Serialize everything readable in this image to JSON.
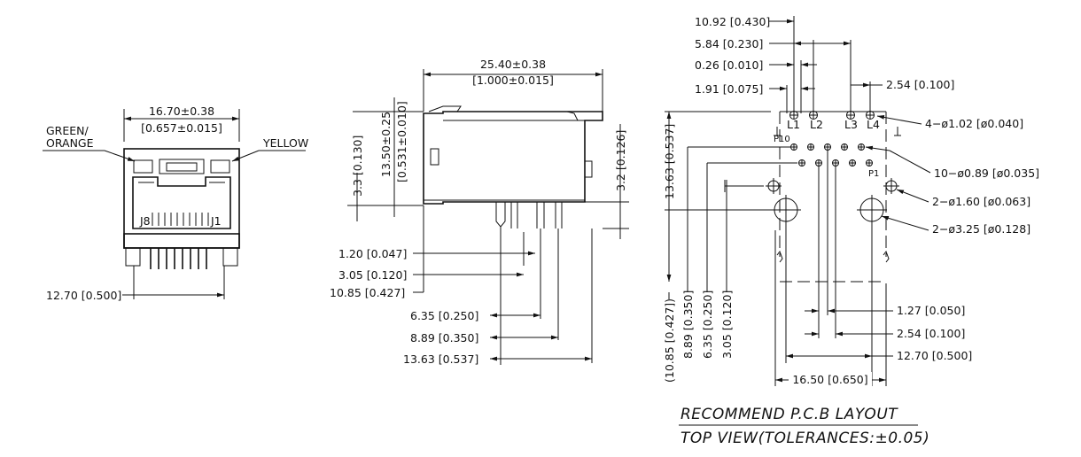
{
  "front_view": {
    "width_mm": "16.70±0.38",
    "width_in": "[0.657±0.015]",
    "led_left": "GREEN/\nORANGE",
    "led_left_line1": "GREEN/",
    "led_left_line2": "ORANGE",
    "led_right": "YELLOW",
    "pin_j8": "J8",
    "pin_j1": "J1",
    "pitch_span": "12.70 [0.500]"
  },
  "side_view": {
    "length_mm": "25.40±0.38",
    "length_in": "[1.000±0.015]",
    "height_mm": "13.50±0.25",
    "height_in": "[0.531±0.010]",
    "left_height": "3.3 [0.130]",
    "right_height": "3.2 [0.126]",
    "dims": [
      "1.20 [0.047]",
      "3.05 [0.120]",
      "10.85 [0.427]",
      "6.35 [0.250]",
      "8.89 [0.350]",
      "13.63 [0.537]"
    ]
  },
  "pcb_layout": {
    "top_dims": [
      "10.92 [0.430]",
      "5.84 [0.230]",
      "0.26 [0.010]",
      "1.91 [0.075]",
      "2.54 [0.100]"
    ],
    "led_pins": [
      "L1",
      "L2",
      "L3",
      "L4"
    ],
    "pin_p10": "P10",
    "pin_p1": "P1",
    "callouts": [
      "4−ø1.02 [ø0.040]",
      "10−ø0.89 [ø0.035]",
      "2−ø1.60 [ø0.063]",
      "2−ø3.25 [ø0.128]"
    ],
    "left_height": "13.63 [0.537]",
    "vertical_dims": [
      "(10.85 [0.427])",
      "8.89 [0.350]",
      "6.35 [0.250]",
      "3.05 [0.120]"
    ],
    "bottom_dims": [
      "1.27 [0.050]",
      "2.54 [0.100]",
      "12.70 [0.500]",
      "16.50 [0.650]"
    ],
    "caption_line1": "RECOMMEND P.C.B LAYOUT",
    "caption_line2": "TOP VIEW(TOLERANCES:±0.05)"
  }
}
